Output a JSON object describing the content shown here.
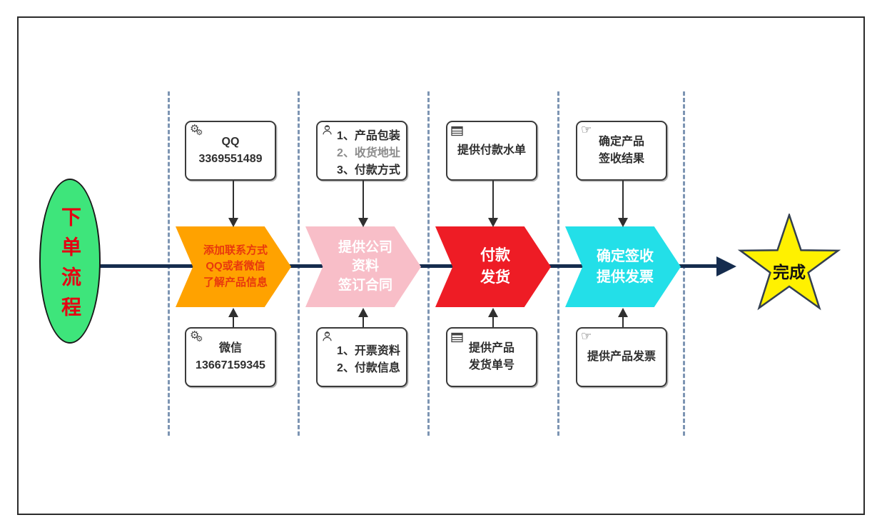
{
  "diagram": {
    "start": {
      "label": "下单流程",
      "fill": "#3ee57b",
      "text_color": "#e60012"
    },
    "end": {
      "label": "完成",
      "fill": "#fff100",
      "stroke": "#333f4f"
    },
    "flow_line_color": "#152c4e",
    "lane_divider_color": "#7d95b3",
    "icons": {
      "gear": "⚙",
      "hand": "☞"
    },
    "steps": [
      {
        "label": "添加联系方式\nQQ或者微信\n了解产品信息",
        "fill": "#ffa200",
        "text_color": "#e8380d"
      },
      {
        "label": "提供公司\n资料\n签订合同",
        "fill": "#f8bec8",
        "text_color": "#ffffff"
      },
      {
        "label": "付款\n发货",
        "fill": "#ee1c25",
        "text_color": "#ffffff"
      },
      {
        "label": "确定签收\n提供发票",
        "fill": "#23dfe8",
        "text_color": "#ffffff"
      }
    ],
    "notes": {
      "qq": {
        "icon": "gears-icon",
        "lines": [
          "QQ",
          "3369551489"
        ]
      },
      "wechat": {
        "icon": "gears-icon",
        "lines": [
          "微信",
          "13667159345"
        ]
      },
      "packing": {
        "icon": "worker-icon",
        "lines": [
          "1、产品包装",
          "2、收货地址",
          "3、付款方式"
        ]
      },
      "invoice_info": {
        "icon": "worker-icon",
        "lines": [
          "1、开票资料",
          "2、付款信息"
        ]
      },
      "payment_slip": {
        "icon": "table-icon",
        "lines": [
          "提供付款水单"
        ]
      },
      "shipping_no": {
        "icon": "table-icon",
        "lines": [
          "提供产品",
          "发货单号"
        ]
      },
      "sign_result": {
        "icon": "hand-icon",
        "lines": [
          "确定产品",
          "签收结果"
        ]
      },
      "product_invoice": {
        "icon": "hand-icon",
        "lines": [
          "提供产品发票"
        ]
      }
    }
  }
}
